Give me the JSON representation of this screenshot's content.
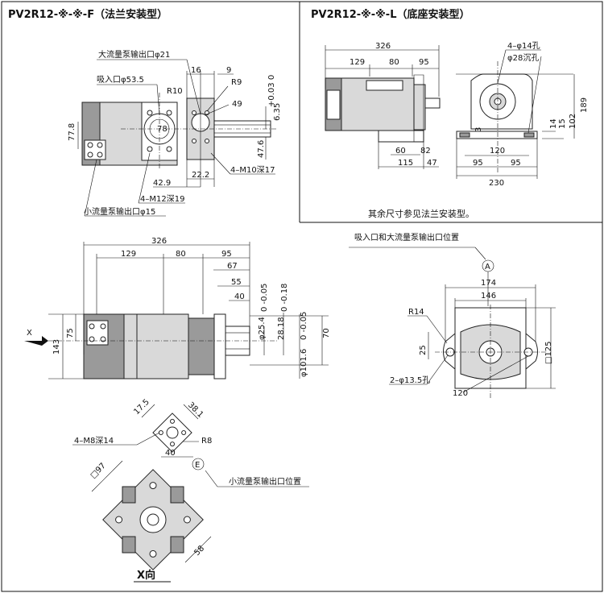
{
  "titles": {
    "flange": "PV2R12-※-※-F（法兰安装型）",
    "foot": "PV2R12-※-※-L（底座安装型）"
  },
  "flange_front": {
    "large_outlet": "大流量泵输出口φ21",
    "suction": "吸入口φ53.5",
    "d16": "16",
    "d9": "9",
    "r10": "R10",
    "r9": "R9",
    "d78": "78",
    "d49": "49",
    "d77_8": "77.8",
    "d6_35": "6.35",
    "tol_6_35": "+0.03 0",
    "d47_6": "47.6",
    "d42_9": "42.9",
    "d22_2": "22.2",
    "m10": "4–M10深17",
    "m12": "4–M12深19",
    "small_outlet": "小流量泵输出口φ15"
  },
  "foot_mount": {
    "d326": "326",
    "d129": "129",
    "d80": "80",
    "d95": "95",
    "d60": "60",
    "d82": "82",
    "d115": "115",
    "d47": "47",
    "hole": "4–φ14孔",
    "cbore": "φ28沉孔",
    "d189": "189",
    "d14": "14",
    "d15": "15",
    "d102": "102",
    "d3": "3",
    "d120": "120",
    "d95a": "95",
    "d95b": "95",
    "d230": "230",
    "note": "其余尺寸参见法兰安装型。"
  },
  "side_view": {
    "d326": "326",
    "d129": "129",
    "d80": "80",
    "d95": "95",
    "d67": "67",
    "d55": "55",
    "d40": "40",
    "d25_4": "φ25.4",
    "tol_25_4": "0 -0.05",
    "d28_18": "28.18",
    "tol_28_18": "0 -0.18",
    "d101_6": "φ101.6",
    "tol_101_6": "0 -0.05",
    "d70": "70",
    "d75": "75",
    "d143": "143",
    "x": "X"
  },
  "flange_end": {
    "label": "吸入口和大流量泵输出口位置",
    "marker": "A",
    "d174": "174",
    "d146": "146",
    "r14": "R14",
    "d25": "25",
    "d125": "□125",
    "holes": "2–φ13.5孔",
    "d120": "120"
  },
  "x_view": {
    "d17_5": "17.5",
    "d38_1": "38.1",
    "m8": "4–M8深14",
    "r8": "R8",
    "d40": "40",
    "marker": "E",
    "d97": "□97",
    "small_outlet": "小流量泵输出口位置",
    "d58": "58",
    "caption": "X向"
  }
}
